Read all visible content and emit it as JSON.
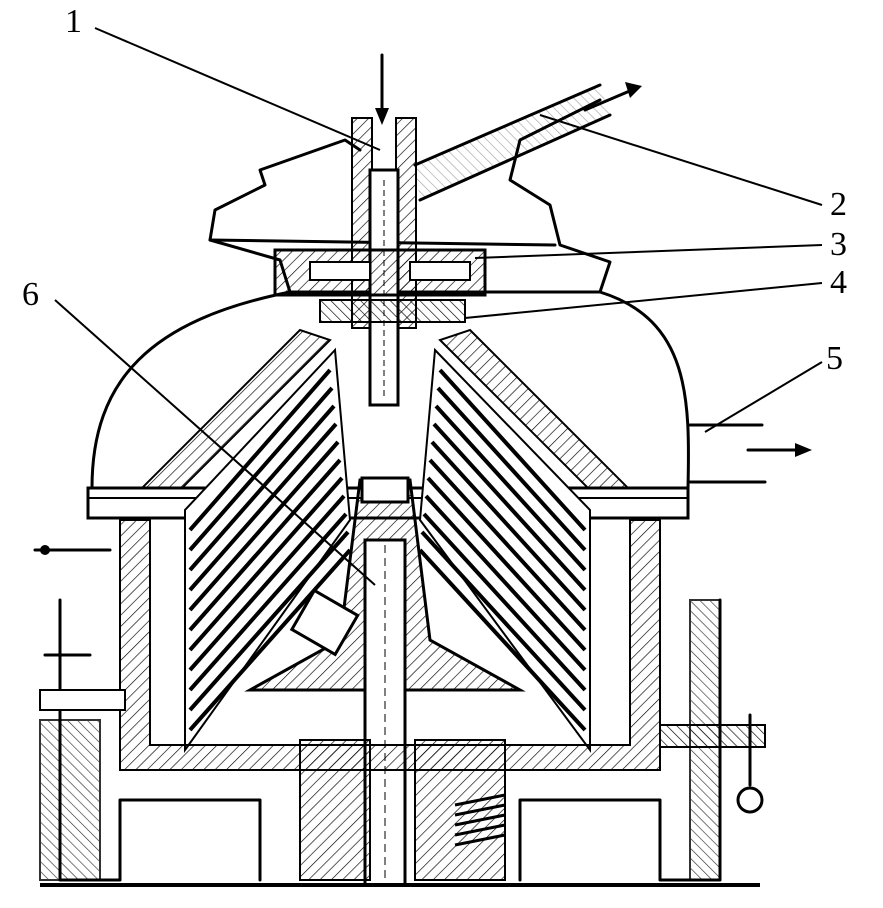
{
  "callouts": [
    {
      "id": "1",
      "text": "1"
    },
    {
      "id": "2",
      "text": "2"
    },
    {
      "id": "3",
      "text": "3"
    },
    {
      "id": "4",
      "text": "4"
    },
    {
      "id": "5",
      "text": "5"
    },
    {
      "id": "6",
      "text": "6"
    }
  ],
  "colors": {
    "ink": "#000000",
    "paper": "#ffffff"
  }
}
